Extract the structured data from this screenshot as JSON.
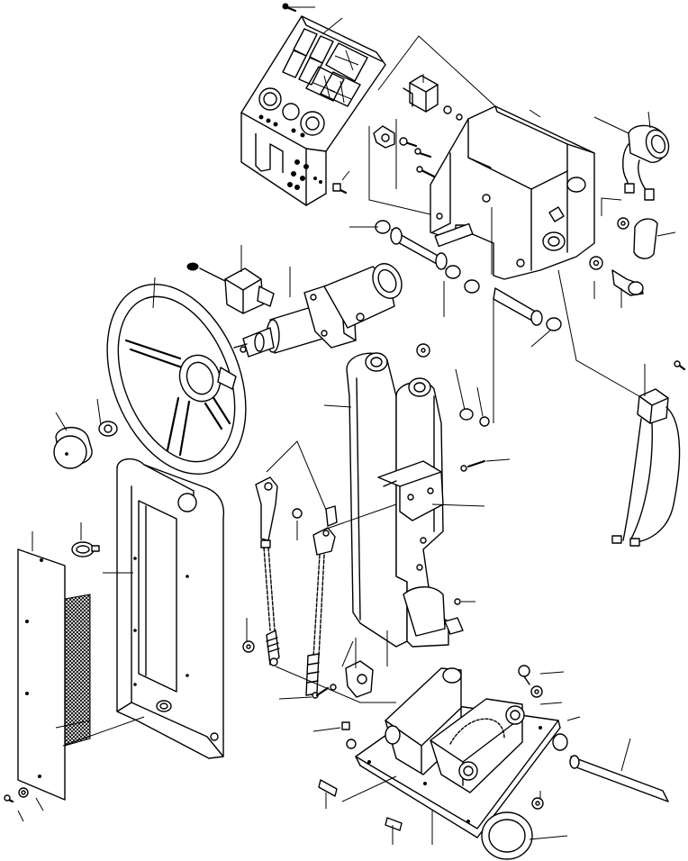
{
  "colors": {
    "line": "#000000",
    "background": "#ffffff"
  },
  "parts": [
    "instrument-panel",
    "panel-mounting-screw",
    "column-support-bracket",
    "relay",
    "horn",
    "knob",
    "steering-wheel",
    "horn-button",
    "steering-column",
    "bushing",
    "collar",
    "switch-harness",
    "lower-cover",
    "side-cover",
    "mesh-panel",
    "clamp",
    "column-frame",
    "pedal-link",
    "mounting-plate",
    "pivot-shaft",
    "boot"
  ]
}
